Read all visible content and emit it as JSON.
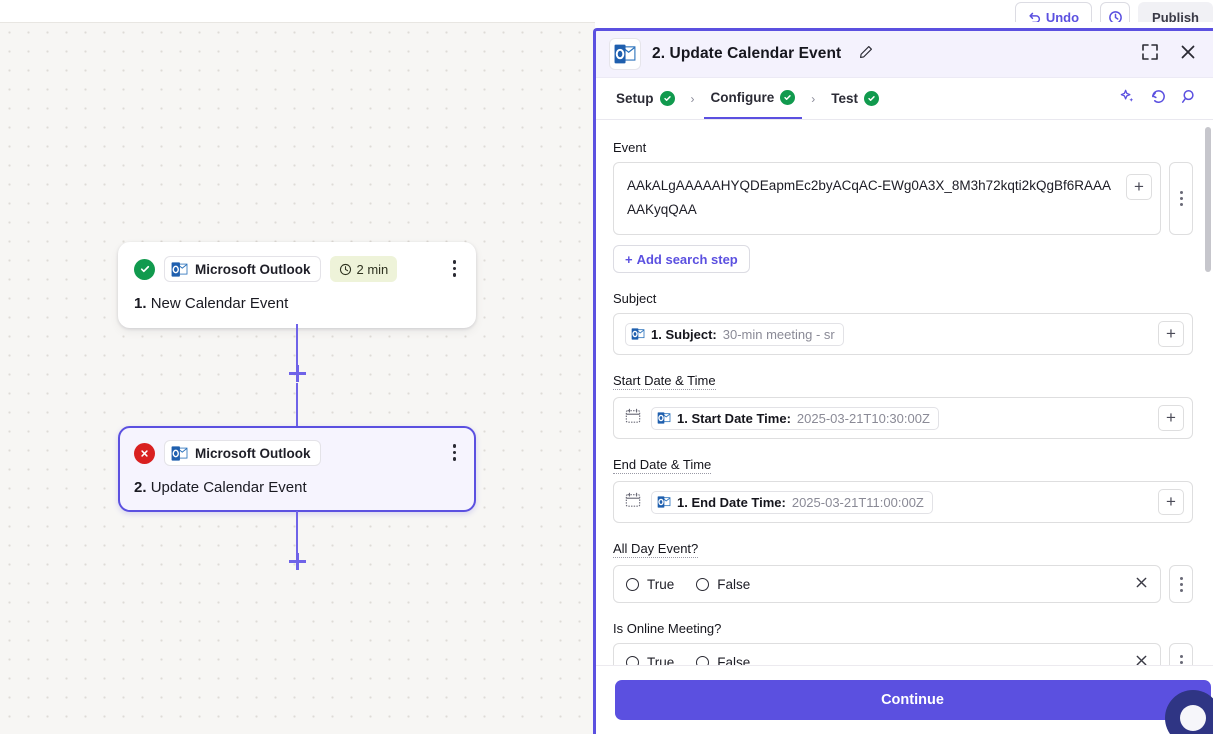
{
  "topbar": {
    "undo_label": "Undo",
    "history_icon": "clock-rotate-icon",
    "publish_label": "Publish"
  },
  "canvas": {
    "nodes": [
      {
        "status": "success",
        "status_icon": "check-circle-icon",
        "app_icon": "outlook-icon",
        "app_name": "Microsoft Outlook",
        "time_badge": "2 min",
        "time_icon": "clock-icon",
        "step_number": "1.",
        "step_title": "New Calendar Event",
        "menu_icon": "kebab-menu-icon"
      },
      {
        "status": "error",
        "status_icon": "x-circle-icon",
        "app_icon": "outlook-icon",
        "app_name": "Microsoft Outlook",
        "time_badge": "",
        "step_number": "2.",
        "step_title": "Update Calendar Event",
        "menu_icon": "kebab-menu-icon"
      }
    ],
    "add_step_icon": "plus-icon"
  },
  "panel": {
    "app_icon": "outlook-icon",
    "title": "2. Update Calendar Event",
    "edit_icon": "pencil-icon",
    "expand_icon": "expand-icon",
    "close_icon": "close-icon",
    "tabs": [
      {
        "label": "Setup",
        "state": "complete",
        "active": false
      },
      {
        "label": "Configure",
        "state": "complete",
        "active": true
      },
      {
        "label": "Test",
        "state": "complete",
        "active": false
      }
    ],
    "tab_separator": "›",
    "tools": [
      {
        "name": "ai-sparkle-icon"
      },
      {
        "name": "refresh-icon"
      },
      {
        "name": "search-icon"
      }
    ],
    "fields": [
      {
        "label": "Event",
        "has_tooltip": false,
        "type": "raw",
        "value": "AAkALgAAAAAHYQDEapmEc2byACqAC-EWg0A3X_8M3h72kqti2kQgBf6RAAAAAKyqQAA",
        "add_icon": "plus-icon",
        "menu_icon": "kebab-menu-icon",
        "action_label": "Add search step",
        "action_icon": "plus-icon"
      },
      {
        "label": "Subject",
        "has_tooltip": false,
        "type": "token",
        "token_icon": "outlook-icon",
        "token_label": "1. Subject:",
        "token_value": "30-min meeting - sr",
        "add_icon": "plus-icon"
      },
      {
        "label": "Start Date & Time",
        "has_tooltip": true,
        "type": "token-date",
        "leading_icon": "calendar-icon",
        "token_icon": "outlook-icon",
        "token_label": "1. Start Date Time:",
        "token_value": "2025-03-21T10:30:00Z",
        "add_icon": "plus-icon"
      },
      {
        "label": "End Date & Time",
        "has_tooltip": true,
        "type": "token-date",
        "leading_icon": "calendar-icon",
        "token_icon": "outlook-icon",
        "token_label": "1. End Date Time:",
        "token_value": "2025-03-21T11:00:00Z",
        "add_icon": "plus-icon"
      },
      {
        "label": "All Day Event?",
        "has_tooltip": true,
        "type": "radio",
        "options": [
          "True",
          "False"
        ],
        "selected": null,
        "clear_icon": "close-icon",
        "menu_icon": "kebab-menu-icon"
      },
      {
        "label": "Is Online Meeting?",
        "has_tooltip": false,
        "type": "radio",
        "options": [
          "True",
          "False"
        ],
        "selected": null,
        "clear_icon": "close-icon",
        "menu_icon": "kebab-menu-icon"
      }
    ],
    "continue_label": "Continue"
  },
  "colors": {
    "accent": "#5b50e0",
    "success": "#119a4e",
    "error": "#d92020",
    "badge_bg": "#eef3d9",
    "panel_head_bg": "#f4f2fd"
  }
}
